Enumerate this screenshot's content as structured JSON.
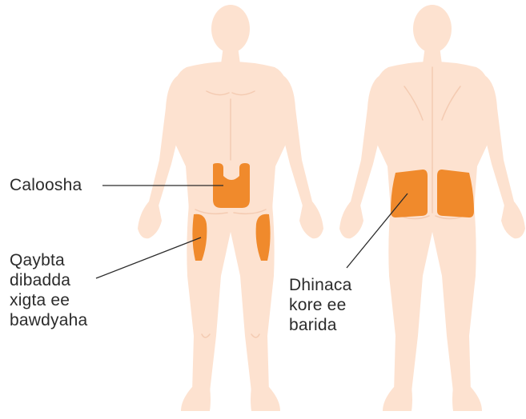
{
  "colors": {
    "skin": "#fde2d0",
    "skin_detail": "#f4cbb2",
    "injection_site": "#f08a2c",
    "leader_line": "#2b2b2b",
    "label_text": "#2b2b2b"
  },
  "labels": {
    "abdomen": "Caloosha",
    "thigh": [
      "Qaybta",
      "dibadda",
      "xigta ee",
      "bawdyaha"
    ],
    "buttock": [
      "Dhinaca",
      "kore ee",
      "barida"
    ]
  }
}
